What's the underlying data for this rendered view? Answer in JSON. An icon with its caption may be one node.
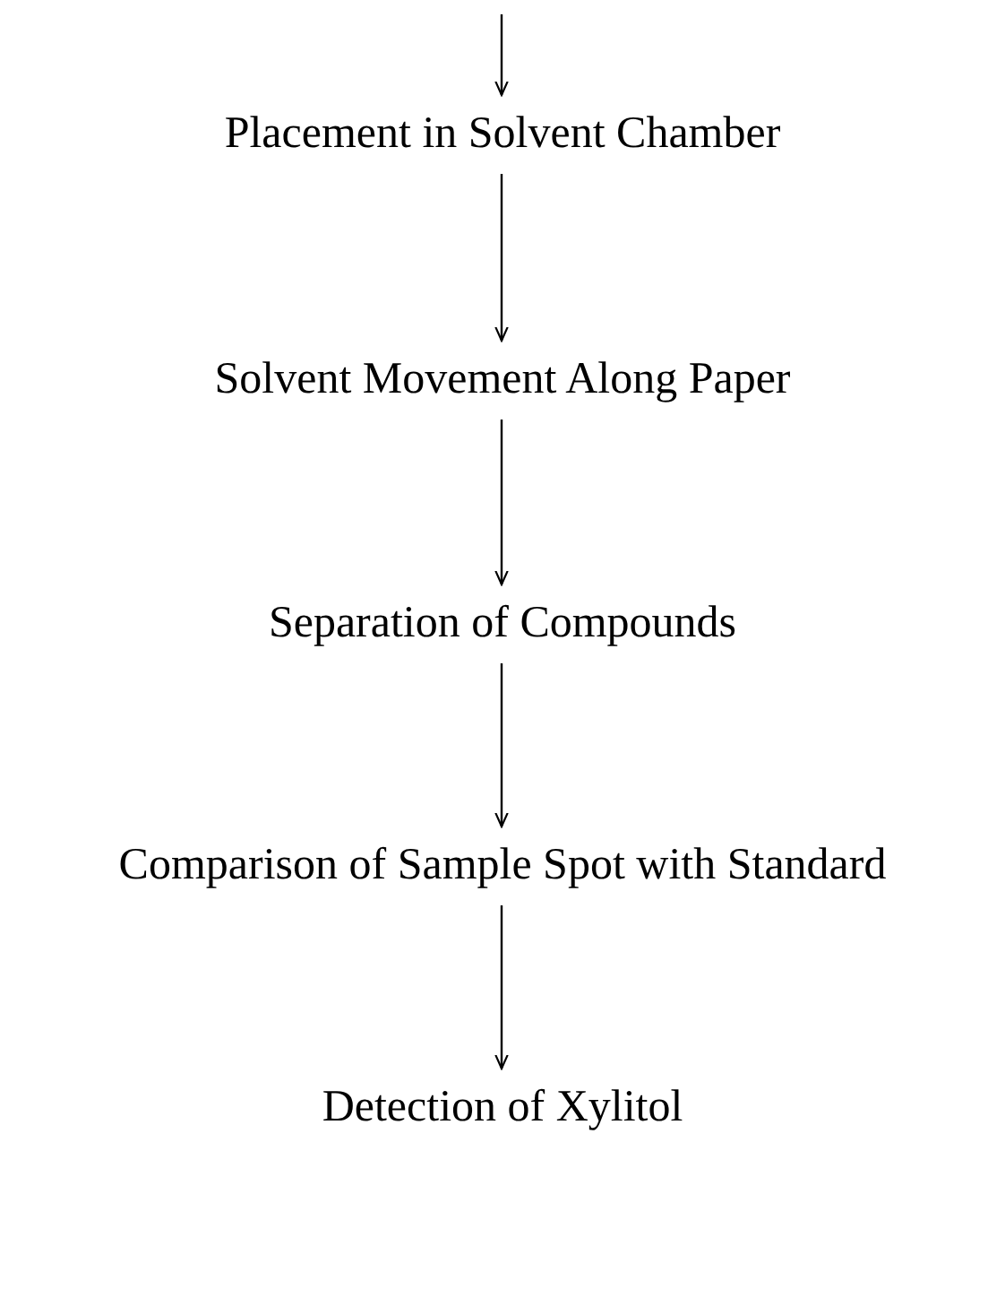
{
  "diagram": {
    "nodes": [
      {
        "text": [
          "Placement in Solvent Chamber"
        ]
      },
      {
        "text": [
          "Solvent Movement Along Paper"
        ]
      },
      {
        "text": [
          "Separation of Compounds"
        ]
      },
      {
        "text": [
          "Comparison of Sample Spot with Standard"
        ]
      },
      {
        "text": [
          "Detection of Xylitol"
        ]
      }
    ],
    "edges": [
      {
        "from": null,
        "to": 0,
        "arrow": "to"
      },
      {
        "from": 0,
        "to": 1,
        "arrow": "to"
      },
      {
        "from": 1,
        "to": 2,
        "arrow": "to"
      },
      {
        "from": 2,
        "to": 3,
        "arrow": "to"
      },
      {
        "from": 3,
        "to": 4,
        "arrow": "to"
      }
    ]
  }
}
